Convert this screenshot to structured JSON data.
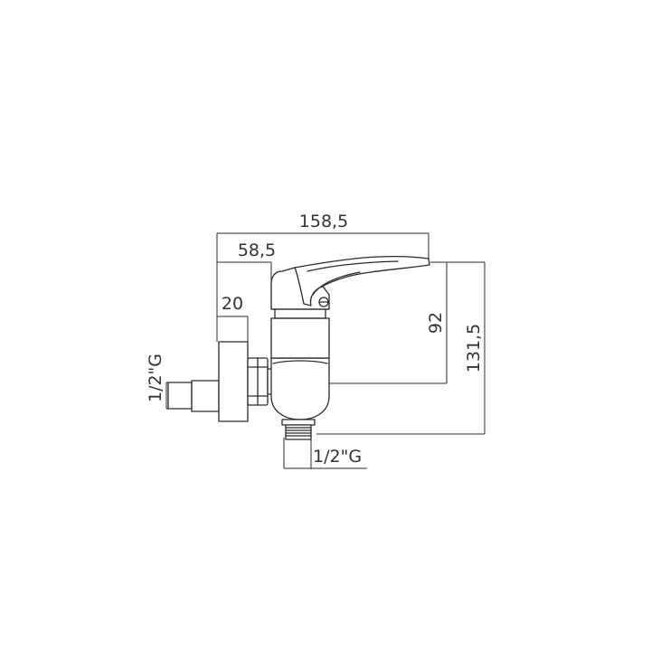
{
  "dimensions": {
    "overall_length": "158,5",
    "wall_to_body": "58,5",
    "flange": "20",
    "body_height": "92",
    "total_height": "131,5",
    "inlet_thread": "1/2\"G",
    "outlet_thread": "1/2\"G"
  },
  "colors": {
    "line": "#2b2b2b",
    "text": "#333333",
    "background": "#ffffff"
  }
}
